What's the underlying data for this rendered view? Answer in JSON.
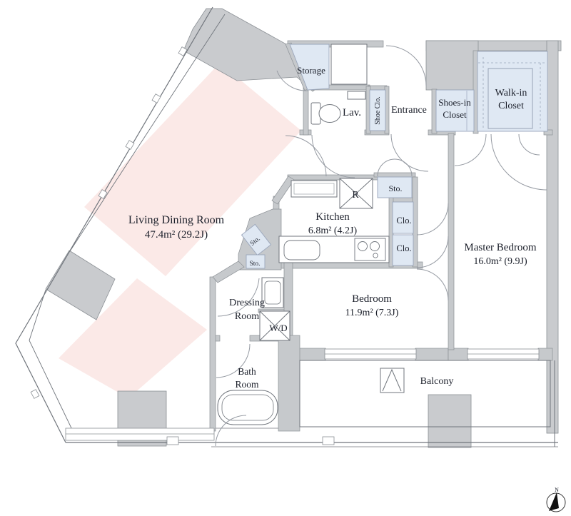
{
  "plan": {
    "type": "apartment-floor-plan",
    "colors": {
      "highlight_pink": "#fbe9e7",
      "closet_blue": "#dfe8f3",
      "wall_gray": "#c6c9cc",
      "line_gray": "#70757c",
      "text_dark": "#1b1f2a"
    },
    "rooms": {
      "living": {
        "name": "Living Dining Room",
        "area": "47.4m²  (29.2J)"
      },
      "kitchen": {
        "name": "Kitchen",
        "area": "6.8m²  (4.2J)"
      },
      "master_bedroom": {
        "name": "Master Bedroom",
        "area": "16.0m²  (9.9J)"
      },
      "bedroom": {
        "name": "Bedroom",
        "area": "11.9m²  (7.3J)"
      },
      "dressing": {
        "line1": "Dressing",
        "line2": "Room"
      },
      "bath": {
        "line1": "Bath",
        "line2": "Room"
      },
      "wd": {
        "label": "W/D"
      },
      "storage": {
        "label": "Storage"
      },
      "lavatory": {
        "label": "Lav."
      },
      "shoe_closet": {
        "label": "Shoe Clo."
      },
      "entrance": {
        "label": "Entrance"
      },
      "shoes_in_closet": {
        "line1": "Shoes-in",
        "line2": "Closet"
      },
      "walk_in_closet": {
        "line1": "Walk-in",
        "line2": "Closet"
      },
      "refrigerator": {
        "label": "R"
      },
      "storage_hall": {
        "label": "Sto."
      },
      "closet_upper": {
        "label": "Clo."
      },
      "closet_lower": {
        "label": "Clo."
      },
      "storage_small_rotated": {
        "label": "Sto."
      },
      "storage_small": {
        "label": "Sto."
      },
      "balcony": {
        "label": "Balcony"
      }
    },
    "compass": {
      "north_label": "N"
    }
  }
}
